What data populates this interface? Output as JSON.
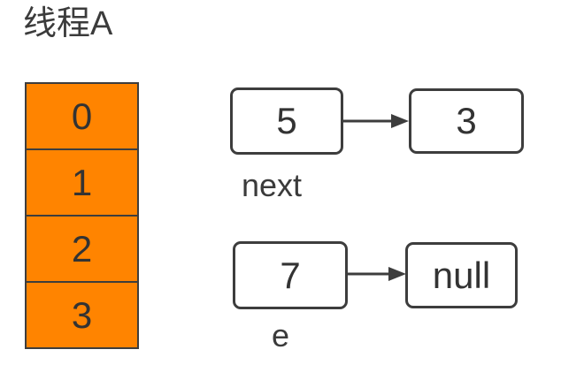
{
  "title": "线程A",
  "colors": {
    "fill_orange": "#FF8400",
    "stroke_dark": "#3d3d3d",
    "text_dark": "#3b3b3b",
    "node_fill": "#ffffff"
  },
  "array": {
    "cells": [
      "0",
      "1",
      "2",
      "3"
    ]
  },
  "nodes": [
    {
      "label": "next",
      "value": "5",
      "next": "3"
    },
    {
      "label": "e",
      "value": "7",
      "next": "null"
    }
  ]
}
